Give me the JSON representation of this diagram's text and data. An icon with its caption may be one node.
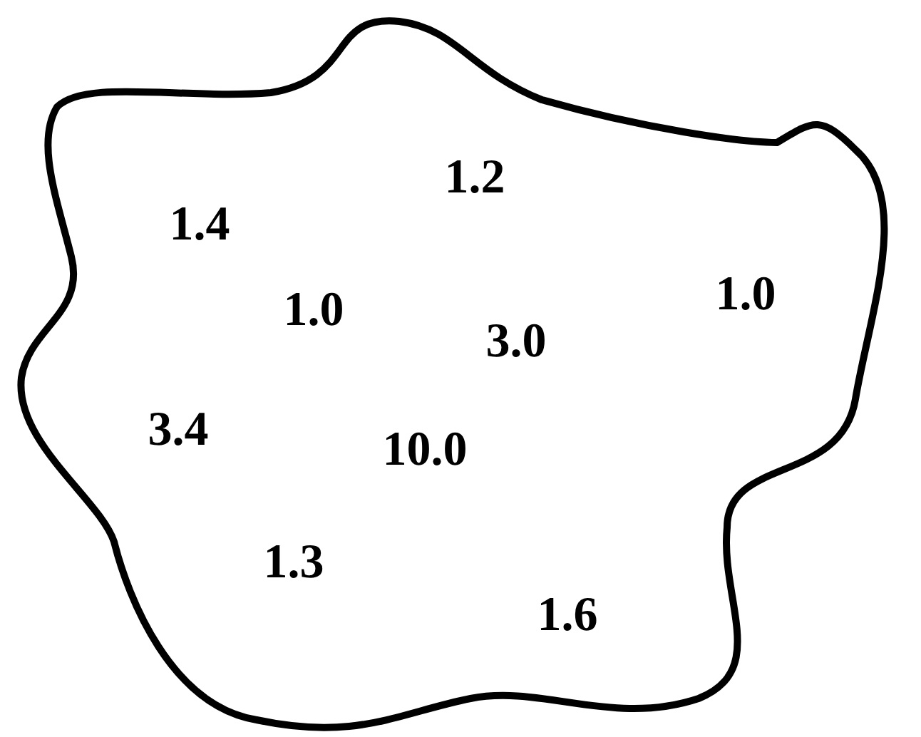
{
  "diagram": {
    "nodes": [
      {
        "text": [
          "1.2",
          "1.4",
          "1.0",
          "1.0",
          "3.0",
          "3.4",
          "10.0",
          "1.3",
          "1.6"
        ]
      }
    ]
  }
}
